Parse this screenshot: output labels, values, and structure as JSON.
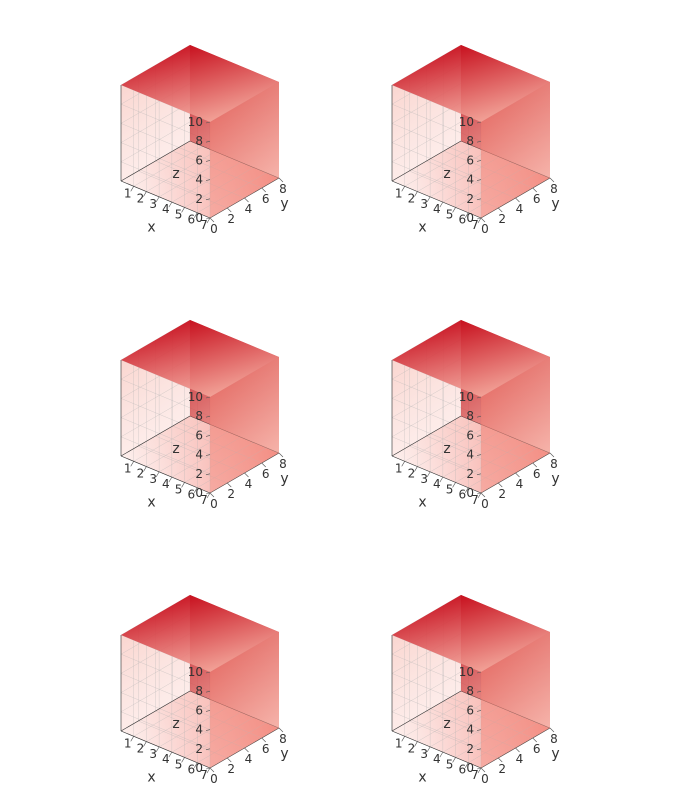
{
  "chart_data": [
    {
      "type": "3d-surface",
      "xlabel": "x",
      "ylabel": "y",
      "zlabel": "z",
      "x_ticks": [
        1,
        2,
        3,
        4,
        5,
        6,
        7
      ],
      "y_ticks": [
        0,
        2,
        4,
        6,
        8
      ],
      "z_ticks": [
        0,
        2,
        4,
        6,
        8,
        10
      ],
      "xlim": [
        0,
        7
      ],
      "ylim": [
        0,
        8
      ],
      "zlim": [
        0,
        10
      ],
      "colorscale": "Reds",
      "grid": true
    },
    {
      "type": "3d-surface",
      "xlabel": "x",
      "ylabel": "y",
      "zlabel": "z",
      "x_ticks": [
        1,
        2,
        3,
        4,
        5,
        6,
        7
      ],
      "y_ticks": [
        0,
        2,
        4,
        6,
        8
      ],
      "z_ticks": [
        0,
        2,
        4,
        6,
        8,
        10
      ],
      "xlim": [
        0,
        7
      ],
      "ylim": [
        0,
        8
      ],
      "zlim": [
        0,
        10
      ],
      "colorscale": "Reds",
      "grid": true
    },
    {
      "type": "3d-surface",
      "xlabel": "x",
      "ylabel": "y",
      "zlabel": "z",
      "x_ticks": [
        1,
        2,
        3,
        4,
        5,
        6,
        7
      ],
      "y_ticks": [
        0,
        2,
        4,
        6,
        8
      ],
      "z_ticks": [
        0,
        2,
        4,
        6,
        8,
        10
      ],
      "xlim": [
        0,
        7
      ],
      "ylim": [
        0,
        8
      ],
      "zlim": [
        0,
        10
      ],
      "colorscale": "Reds",
      "grid": true
    },
    {
      "type": "3d-surface",
      "xlabel": "x",
      "ylabel": "y",
      "zlabel": "z",
      "x_ticks": [
        1,
        2,
        3,
        4,
        5,
        6,
        7
      ],
      "y_ticks": [
        0,
        2,
        4,
        6,
        8
      ],
      "z_ticks": [
        0,
        2,
        4,
        6,
        8,
        10
      ],
      "xlim": [
        0,
        7
      ],
      "ylim": [
        0,
        8
      ],
      "zlim": [
        0,
        10
      ],
      "colorscale": "Reds",
      "grid": true
    },
    {
      "type": "3d-surface",
      "xlabel": "x",
      "ylabel": "y",
      "zlabel": "z",
      "x_ticks": [
        1,
        2,
        3,
        4,
        5,
        6,
        7
      ],
      "y_ticks": [
        0,
        2,
        4,
        6,
        8
      ],
      "z_ticks": [
        0,
        2,
        4,
        6,
        8,
        10
      ],
      "xlim": [
        0,
        7
      ],
      "ylim": [
        0,
        8
      ],
      "zlim": [
        0,
        10
      ],
      "colorscale": "Reds",
      "grid": true
    },
    {
      "type": "3d-surface",
      "xlabel": "x",
      "ylabel": "y",
      "zlabel": "z",
      "x_ticks": [
        1,
        2,
        3,
        4,
        5,
        6,
        7
      ],
      "y_ticks": [
        0,
        2,
        4,
        6,
        8
      ],
      "z_ticks": [
        0,
        2,
        4,
        6,
        8,
        10
      ],
      "xlim": [
        0,
        7
      ],
      "ylim": [
        0,
        8
      ],
      "zlim": [
        0,
        10
      ],
      "colorscale": "Reds",
      "grid": true
    }
  ]
}
